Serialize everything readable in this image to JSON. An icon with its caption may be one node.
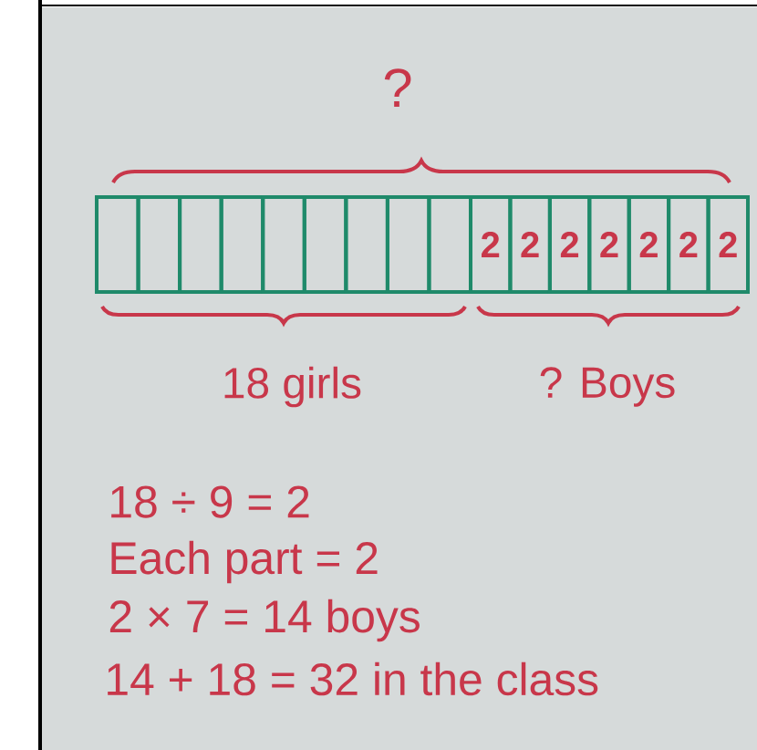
{
  "diagram": {
    "nodes": [
      {
        "text": [],
        "shape": "box"
      },
      {
        "text": [],
        "shape": "box"
      },
      {
        "text": [],
        "shape": "box"
      },
      {
        "text": [],
        "shape": "box"
      },
      {
        "text": [],
        "shape": "box"
      },
      {
        "text": [],
        "shape": "box"
      },
      {
        "text": [],
        "shape": "box"
      },
      {
        "text": [],
        "shape": "box"
      },
      {
        "text": [],
        "shape": "box"
      },
      {
        "text": [
          "2"
        ]
      },
      {
        "text": [
          "2"
        ]
      },
      {
        "text": [
          "2"
        ]
      },
      {
        "text": [
          "2"
        ]
      },
      {
        "text": [
          "2"
        ]
      },
      {
        "text": [
          "2"
        ]
      },
      {
        "text": [
          "2"
        ]
      }
    ],
    "labels": [
      "?",
      "18 girls",
      "? Boys",
      "18 ÷ 9 = 2",
      "Each part = 2",
      "2 × 7 = 14 boys",
      "14 + 18 = 32 in the class"
    ]
  }
}
